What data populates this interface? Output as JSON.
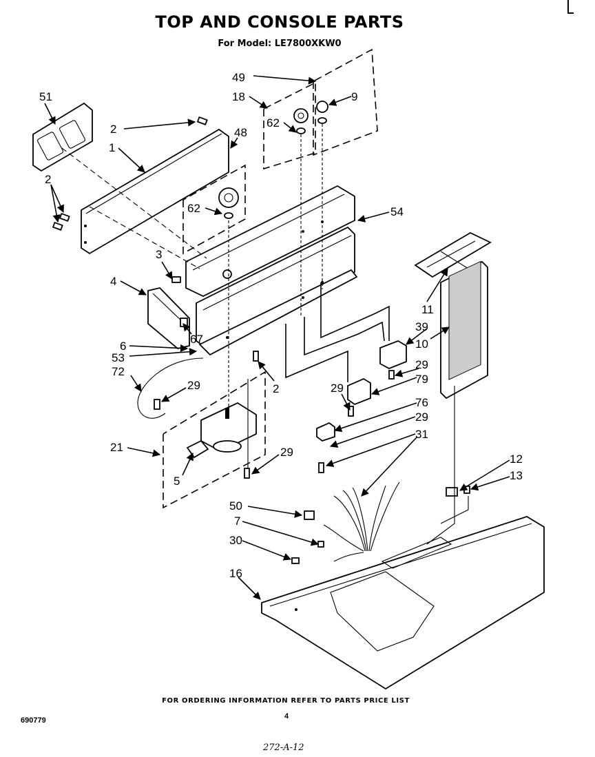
{
  "header": {
    "title": "TOP AND CONSOLE PARTS",
    "subtitle": "For Model: LE7800XKW0"
  },
  "footer": {
    "ordering_note": "FOR ORDERING INFORMATION REFER TO PARTS PRICE LIST",
    "document_code": "690779",
    "page_number": "4",
    "handwritten_note": "272-A-12"
  },
  "callouts": {
    "c51": "51",
    "c2a": "2",
    "c1": "1",
    "c48": "48",
    "c2b": "2",
    "c49": "49",
    "c18": "18",
    "c9": "9",
    "c62a": "62",
    "c62b": "62",
    "c54": "54",
    "c3": "3",
    "c4": "4",
    "c67": "67",
    "c6": "6",
    "c53": "53",
    "c72": "72",
    "c2c": "2",
    "c29a": "29",
    "c21": "21",
    "c5": "5",
    "c29b": "29",
    "c11": "11",
    "c39": "39",
    "c10": "10",
    "c29c": "29",
    "c79": "79",
    "c29d": "29",
    "c76": "76",
    "c29e": "29",
    "c31": "31",
    "c12": "12",
    "c13": "13",
    "c50": "50",
    "c7": "7",
    "c30": "30",
    "c16": "16"
  }
}
